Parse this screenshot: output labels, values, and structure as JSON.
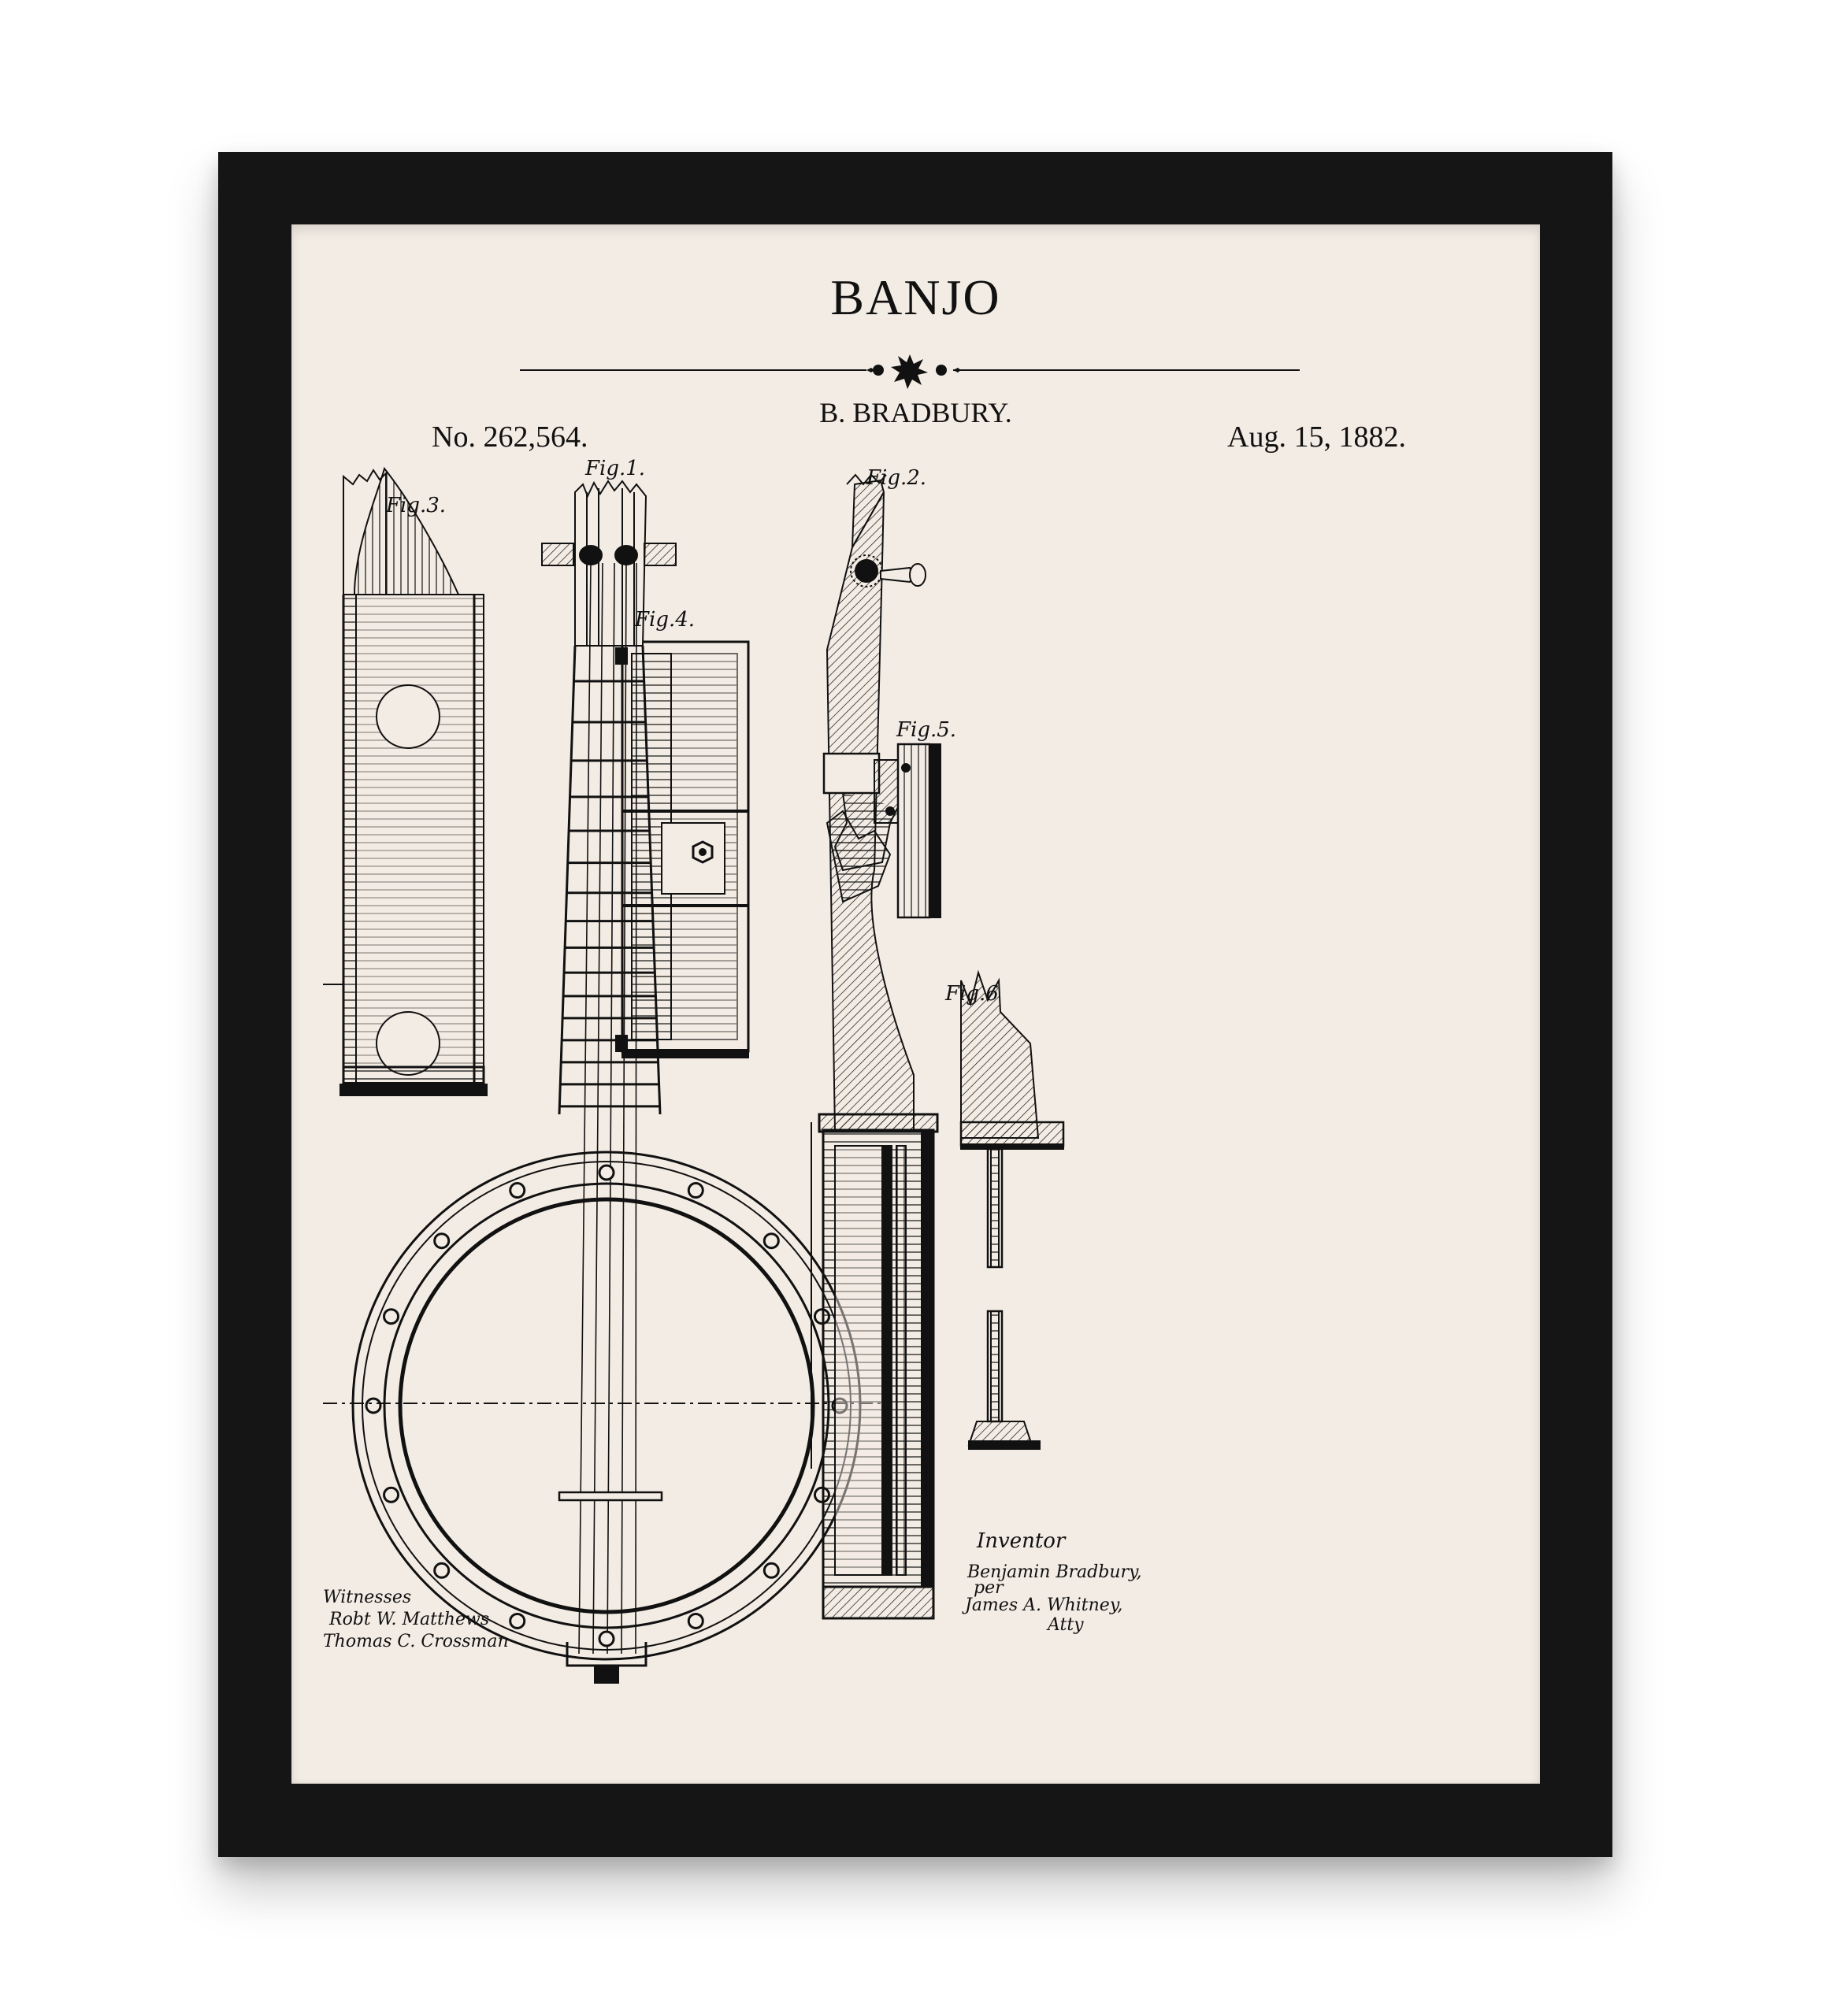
{
  "poster": {
    "title": "BANJO",
    "inventor": "B. BRADBURY.",
    "patent_number": "No. 262,564.",
    "patent_date": "Aug. 15, 1882."
  },
  "drawing": {
    "figures": [
      "Fig.1.",
      "Fig.2.",
      "Fig.3.",
      "Fig.4.",
      "Fig.5.",
      "Fig.6"
    ],
    "inventor_caption": "Inventor",
    "witnesses_caption": "Witnesses",
    "witness_signatures": [
      "Robt W. Matthews",
      "Thomas C. Crossman"
    ],
    "inventor_signature": "Benjamin Bradbury,",
    "attorney_signature_prefix": "per",
    "attorney_signature": "James A. Whitney,",
    "attorney_abbrev": "Atty"
  },
  "colors": {
    "frame": "#151515",
    "paper": "#f3ece4",
    "ink": "#111111"
  }
}
